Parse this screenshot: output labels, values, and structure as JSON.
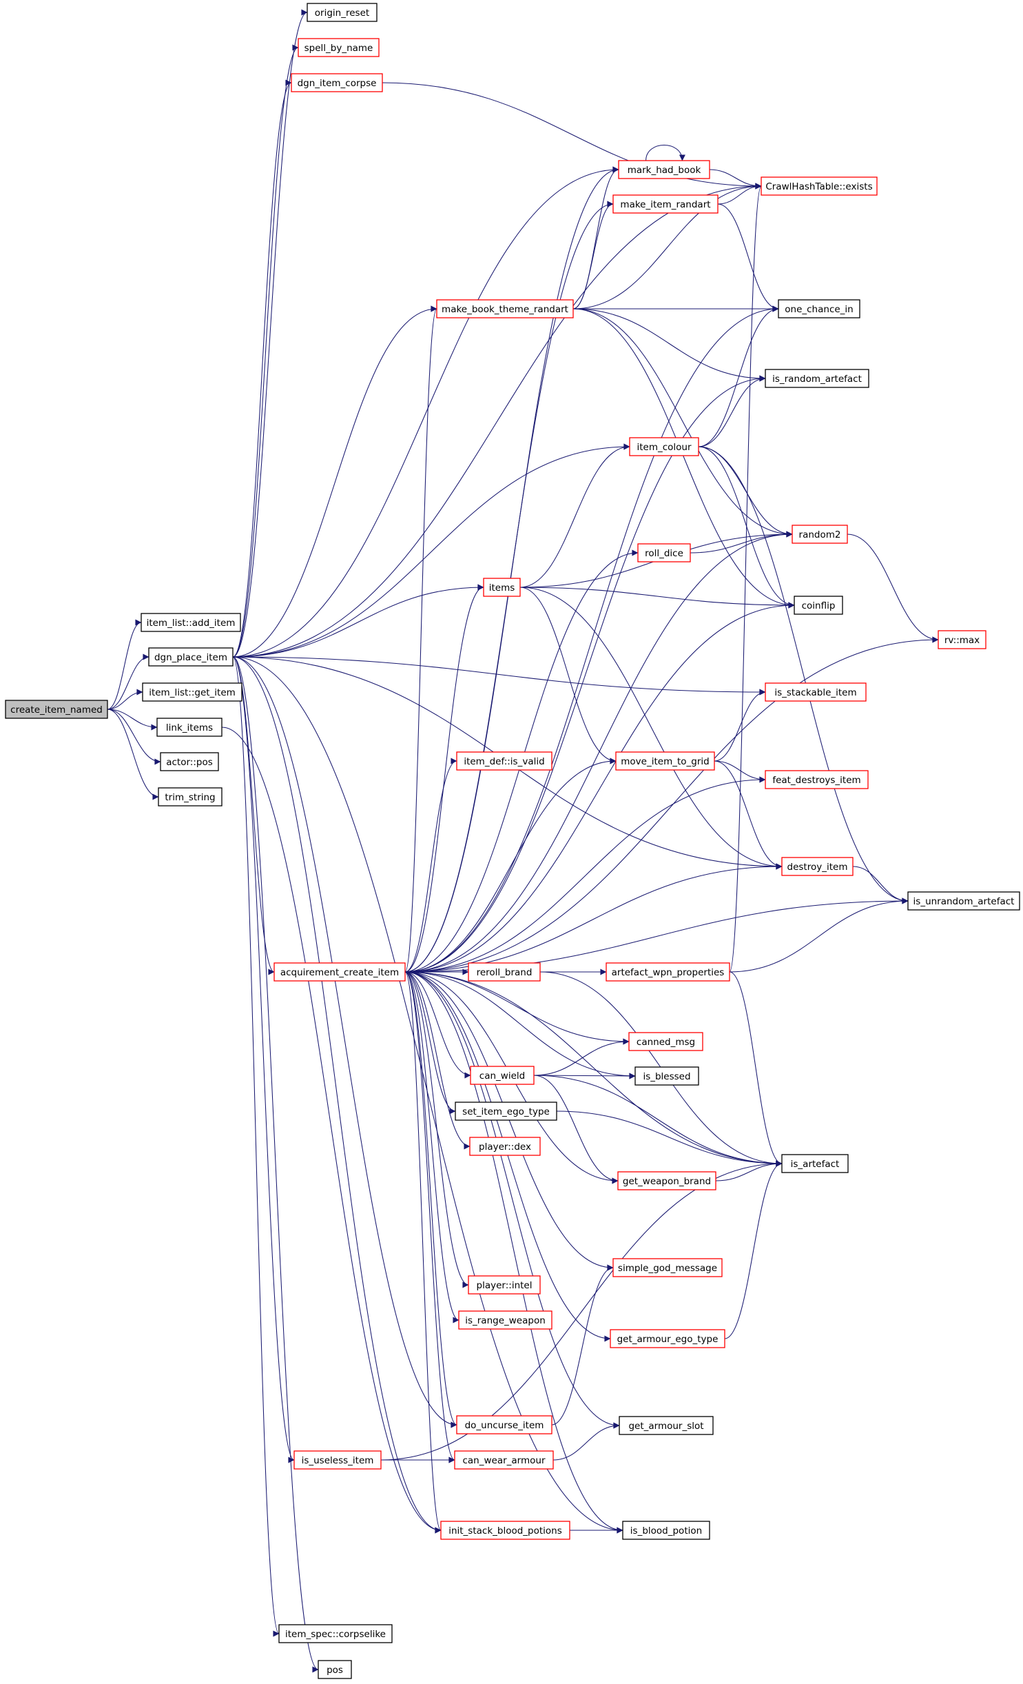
{
  "diagram": {
    "title": "",
    "colors": {
      "edge": "#191970",
      "root_fill": "#bfbfbf",
      "border_red": "#ff0000",
      "border_black": "#000000",
      "background": "#ffffff"
    },
    "nodes": [
      {
        "id": "create_item_named",
        "label": "create_item_named",
        "border": "black",
        "root": true
      },
      {
        "id": "item_list_add_item",
        "label": "item_list::add_item",
        "border": "black"
      },
      {
        "id": "dgn_place_item",
        "label": "dgn_place_item",
        "border": "black"
      },
      {
        "id": "item_list_get_item",
        "label": "item_list::get_item",
        "border": "black"
      },
      {
        "id": "link_items",
        "label": "link_items",
        "border": "black"
      },
      {
        "id": "actor_pos",
        "label": "actor::pos",
        "border": "black"
      },
      {
        "id": "trim_string",
        "label": "trim_string",
        "border": "black"
      },
      {
        "id": "origin_reset",
        "label": "origin_reset",
        "border": "black"
      },
      {
        "id": "spell_by_name",
        "label": "spell_by_name",
        "border": "red"
      },
      {
        "id": "dgn_item_corpse",
        "label": "dgn_item_corpse",
        "border": "red"
      },
      {
        "id": "mark_had_book",
        "label": "mark_had_book",
        "border": "red"
      },
      {
        "id": "crawl_exists",
        "label": "CrawlHashTable::exists",
        "border": "red"
      },
      {
        "id": "make_item_randart",
        "label": "make_item_randart",
        "border": "red"
      },
      {
        "id": "make_book_theme_randart",
        "label": "make_book_theme_randart",
        "border": "red"
      },
      {
        "id": "one_chance_in",
        "label": "one_chance_in",
        "border": "black"
      },
      {
        "id": "is_random_artefact",
        "label": "is_random_artefact",
        "border": "black"
      },
      {
        "id": "item_colour",
        "label": "item_colour",
        "border": "red"
      },
      {
        "id": "random2",
        "label": "random2",
        "border": "red"
      },
      {
        "id": "roll_dice",
        "label": "roll_dice",
        "border": "red"
      },
      {
        "id": "items",
        "label": "items",
        "border": "red"
      },
      {
        "id": "coinflip",
        "label": "coinflip",
        "border": "black"
      },
      {
        "id": "rv_max",
        "label": "rv::max",
        "border": "red"
      },
      {
        "id": "is_stackable_item",
        "label": "is_stackable_item",
        "border": "red"
      },
      {
        "id": "item_def_is_valid",
        "label": "item_def::is_valid",
        "border": "red"
      },
      {
        "id": "move_item_to_grid",
        "label": "move_item_to_grid",
        "border": "red"
      },
      {
        "id": "feat_destroys_item",
        "label": "feat_destroys_item",
        "border": "red"
      },
      {
        "id": "destroy_item",
        "label": "destroy_item",
        "border": "red"
      },
      {
        "id": "is_unrandom_artefact",
        "label": "is_unrandom_artefact",
        "border": "black"
      },
      {
        "id": "acquirement_create_item",
        "label": "acquirement_create_item",
        "border": "red"
      },
      {
        "id": "reroll_brand",
        "label": "reroll_brand",
        "border": "red"
      },
      {
        "id": "artefact_wpn_properties",
        "label": "artefact_wpn_properties",
        "border": "red"
      },
      {
        "id": "canned_msg",
        "label": "canned_msg",
        "border": "red"
      },
      {
        "id": "can_wield",
        "label": "can_wield",
        "border": "red"
      },
      {
        "id": "is_blessed",
        "label": "is_blessed",
        "border": "black"
      },
      {
        "id": "set_item_ego_type",
        "label": "set_item_ego_type",
        "border": "black"
      },
      {
        "id": "player_dex",
        "label": "player::dex",
        "border": "red"
      },
      {
        "id": "is_artefact",
        "label": "is_artefact",
        "border": "black"
      },
      {
        "id": "get_weapon_brand",
        "label": "get_weapon_brand",
        "border": "red"
      },
      {
        "id": "simple_god_message",
        "label": "simple_god_message",
        "border": "red"
      },
      {
        "id": "player_intel",
        "label": "player::intel",
        "border": "red"
      },
      {
        "id": "is_range_weapon",
        "label": "is_range_weapon",
        "border": "red"
      },
      {
        "id": "get_armour_ego_type",
        "label": "get_armour_ego_type",
        "border": "red"
      },
      {
        "id": "do_uncurse_item",
        "label": "do_uncurse_item",
        "border": "red"
      },
      {
        "id": "get_armour_slot",
        "label": "get_armour_slot",
        "border": "black"
      },
      {
        "id": "is_useless_item",
        "label": "is_useless_item",
        "border": "red"
      },
      {
        "id": "can_wear_armour",
        "label": "can_wear_armour",
        "border": "red"
      },
      {
        "id": "init_stack_blood_potions",
        "label": "init_stack_blood_potions",
        "border": "red"
      },
      {
        "id": "is_blood_potion",
        "label": "is_blood_potion",
        "border": "black"
      },
      {
        "id": "item_spec_corpselike",
        "label": "item_spec::corpselike",
        "border": "black"
      },
      {
        "id": "pos",
        "label": "pos",
        "border": "black"
      }
    ],
    "edges": [
      [
        "create_item_named",
        "item_list_add_item"
      ],
      [
        "create_item_named",
        "dgn_place_item"
      ],
      [
        "create_item_named",
        "item_list_get_item"
      ],
      [
        "create_item_named",
        "link_items"
      ],
      [
        "create_item_named",
        "actor_pos"
      ],
      [
        "create_item_named",
        "trim_string"
      ],
      [
        "dgn_place_item",
        "origin_reset"
      ],
      [
        "dgn_place_item",
        "spell_by_name"
      ],
      [
        "dgn_place_item",
        "dgn_item_corpse"
      ],
      [
        "dgn_place_item",
        "mark_had_book"
      ],
      [
        "dgn_place_item",
        "crawl_exists"
      ],
      [
        "dgn_place_item",
        "make_book_theme_randart"
      ],
      [
        "dgn_place_item",
        "item_colour"
      ],
      [
        "dgn_place_item",
        "items"
      ],
      [
        "dgn_place_item",
        "is_stackable_item"
      ],
      [
        "dgn_place_item",
        "destroy_item"
      ],
      [
        "dgn_place_item",
        "acquirement_create_item"
      ],
      [
        "dgn_place_item",
        "is_useless_item"
      ],
      [
        "dgn_place_item",
        "do_uncurse_item"
      ],
      [
        "dgn_place_item",
        "init_stack_blood_potions"
      ],
      [
        "dgn_place_item",
        "is_blood_potion"
      ],
      [
        "dgn_place_item",
        "item_spec_corpselike"
      ],
      [
        "dgn_place_item",
        "pos"
      ],
      [
        "link_items",
        "init_stack_blood_potions"
      ],
      [
        "dgn_item_corpse",
        "crawl_exists"
      ],
      [
        "mark_had_book",
        "mark_had_book"
      ],
      [
        "mark_had_book",
        "crawl_exists"
      ],
      [
        "make_item_randart",
        "crawl_exists"
      ],
      [
        "make_item_randart",
        "one_chance_in"
      ],
      [
        "make_book_theme_randart",
        "mark_had_book"
      ],
      [
        "make_book_theme_randart",
        "make_item_randart"
      ],
      [
        "make_book_theme_randart",
        "crawl_exists"
      ],
      [
        "make_book_theme_randart",
        "one_chance_in"
      ],
      [
        "make_book_theme_randart",
        "is_random_artefact"
      ],
      [
        "make_book_theme_randart",
        "random2"
      ],
      [
        "make_book_theme_randart",
        "coinflip"
      ],
      [
        "item_colour",
        "one_chance_in"
      ],
      [
        "item_colour",
        "is_random_artefact"
      ],
      [
        "item_colour",
        "random2"
      ],
      [
        "item_colour",
        "coinflip"
      ],
      [
        "item_colour",
        "is_unrandom_artefact"
      ],
      [
        "roll_dice",
        "random2"
      ],
      [
        "items",
        "item_colour"
      ],
      [
        "items",
        "random2"
      ],
      [
        "items",
        "coinflip"
      ],
      [
        "items",
        "move_item_to_grid"
      ],
      [
        "items",
        "destroy_item"
      ],
      [
        "random2",
        "rv_max"
      ],
      [
        "move_item_to_grid",
        "is_stackable_item"
      ],
      [
        "move_item_to_grid",
        "feat_destroys_item"
      ],
      [
        "move_item_to_grid",
        "destroy_item"
      ],
      [
        "destroy_item",
        "is_unrandom_artefact"
      ],
      [
        "acquirement_create_item",
        "mark_had_book"
      ],
      [
        "acquirement_create_item",
        "make_item_randart"
      ],
      [
        "acquirement_create_item",
        "make_book_theme_randart"
      ],
      [
        "acquirement_create_item",
        "one_chance_in"
      ],
      [
        "acquirement_create_item",
        "is_random_artefact"
      ],
      [
        "acquirement_create_item",
        "random2"
      ],
      [
        "acquirement_create_item",
        "roll_dice"
      ],
      [
        "acquirement_create_item",
        "items"
      ],
      [
        "acquirement_create_item",
        "coinflip"
      ],
      [
        "acquirement_create_item",
        "rv_max"
      ],
      [
        "acquirement_create_item",
        "item_def_is_valid"
      ],
      [
        "acquirement_create_item",
        "move_item_to_grid"
      ],
      [
        "acquirement_create_item",
        "feat_destroys_item"
      ],
      [
        "acquirement_create_item",
        "destroy_item"
      ],
      [
        "acquirement_create_item",
        "is_unrandom_artefact"
      ],
      [
        "acquirement_create_item",
        "reroll_brand"
      ],
      [
        "acquirement_create_item",
        "artefact_wpn_properties"
      ],
      [
        "acquirement_create_item",
        "canned_msg"
      ],
      [
        "acquirement_create_item",
        "can_wield"
      ],
      [
        "acquirement_create_item",
        "is_blessed"
      ],
      [
        "acquirement_create_item",
        "set_item_ego_type"
      ],
      [
        "acquirement_create_item",
        "player_dex"
      ],
      [
        "acquirement_create_item",
        "get_weapon_brand"
      ],
      [
        "acquirement_create_item",
        "is_artefact"
      ],
      [
        "acquirement_create_item",
        "simple_god_message"
      ],
      [
        "acquirement_create_item",
        "player_intel"
      ],
      [
        "acquirement_create_item",
        "is_range_weapon"
      ],
      [
        "acquirement_create_item",
        "get_armour_ego_type"
      ],
      [
        "acquirement_create_item",
        "do_uncurse_item"
      ],
      [
        "acquirement_create_item",
        "get_armour_slot"
      ],
      [
        "acquirement_create_item",
        "can_wear_armour"
      ],
      [
        "acquirement_create_item",
        "init_stack_blood_potions"
      ],
      [
        "acquirement_create_item",
        "is_blood_potion"
      ],
      [
        "reroll_brand",
        "is_artefact"
      ],
      [
        "artefact_wpn_properties",
        "crawl_exists"
      ],
      [
        "artefact_wpn_properties",
        "is_unrandom_artefact"
      ],
      [
        "artefact_wpn_properties",
        "is_artefact"
      ],
      [
        "can_wield",
        "canned_msg"
      ],
      [
        "can_wield",
        "is_blessed"
      ],
      [
        "can_wield",
        "is_artefact"
      ],
      [
        "can_wield",
        "get_weapon_brand"
      ],
      [
        "set_item_ego_type",
        "is_artefact"
      ],
      [
        "get_weapon_brand",
        "is_artefact"
      ],
      [
        "get_armour_ego_type",
        "is_artefact"
      ],
      [
        "do_uncurse_item",
        "simple_god_message"
      ],
      [
        "can_wear_armour",
        "get_armour_slot"
      ],
      [
        "is_useless_item",
        "can_wear_armour"
      ],
      [
        "is_useless_item",
        "is_artefact"
      ],
      [
        "init_stack_blood_potions",
        "is_blood_potion"
      ]
    ]
  }
}
